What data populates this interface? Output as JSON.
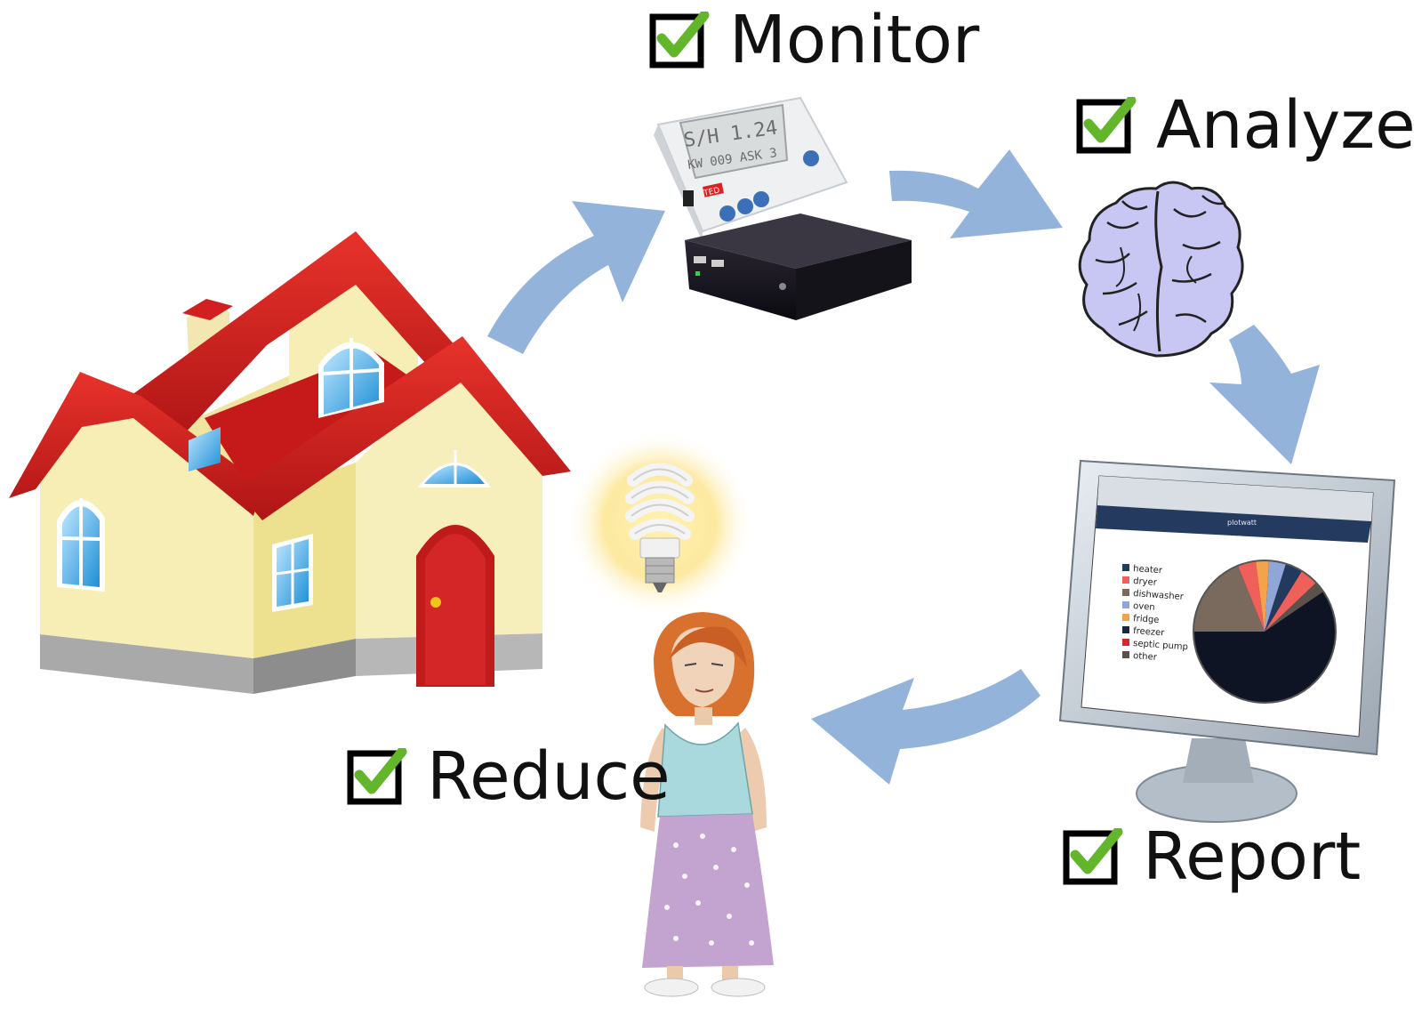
{
  "steps": {
    "monitor": "Monitor",
    "analyze": "Analyze",
    "report": "Report",
    "reduce": "Reduce"
  },
  "report_screen": {
    "app_name": "plotwatt",
    "legend": [
      "heater",
      "dryer",
      "dishwasher",
      "oven",
      "fridge",
      "freezer",
      "septic pump",
      "other"
    ],
    "legend_colors": [
      "#23395d",
      "#f0605a",
      "#7a6a5e",
      "#8fa6d6",
      "#f5a34a",
      "#1c2540",
      "#d6262b",
      "#5b524b"
    ]
  },
  "monitor_device": {
    "brand": "TED",
    "display_line1": "S/H 1.24",
    "display_line2": "KW  009 ASK 3"
  },
  "colors": {
    "arrow": "#93b3da",
    "roof": "#d21f1f",
    "wall": "#f6eeb4",
    "brain": "#c8c6f2",
    "check": "#63b52b"
  },
  "icons": [
    "house",
    "monitor-device",
    "gateway-box",
    "brain",
    "computer-monitor",
    "light-bulb",
    "woman",
    "checkbox-icon",
    "flow-arrow"
  ]
}
